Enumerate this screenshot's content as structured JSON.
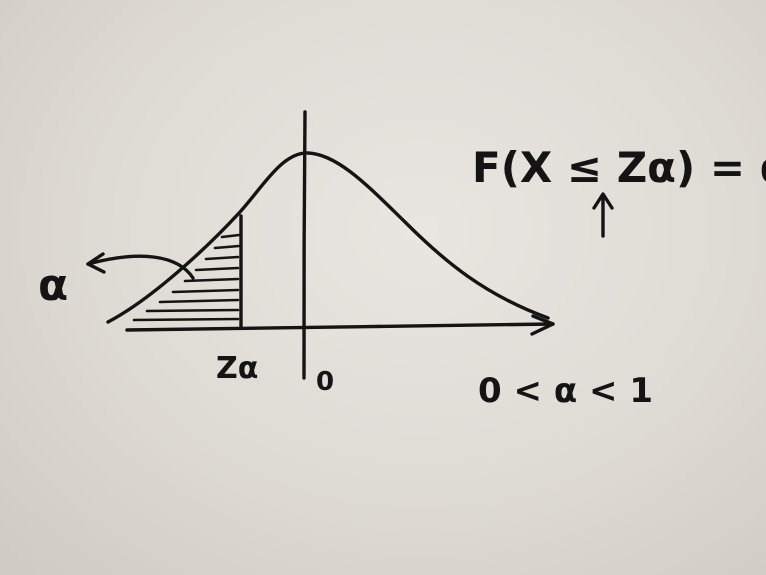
{
  "diagram": {
    "ink_color": "#141414",
    "board_color": "#e3e0db",
    "labels": {
      "alpha_symbol": "α",
      "z_alpha": "Zα",
      "zero": "0",
      "formula": "F(X ≤ Zα) = α.",
      "range": "0 < α < 1"
    },
    "icons": [
      "curved-arrow-icon",
      "up-arrow-icon"
    ]
  }
}
